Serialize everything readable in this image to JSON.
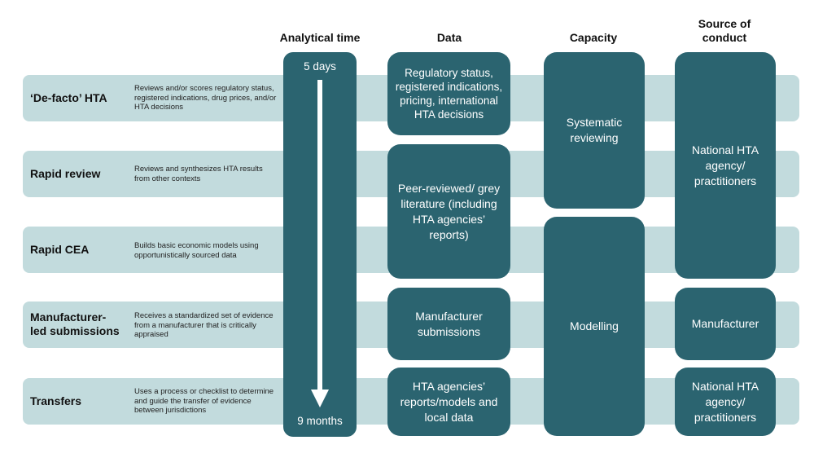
{
  "headers": {
    "time": "Analytical time",
    "data": "Data",
    "capacity": "Capacity",
    "source": "Source of conduct"
  },
  "rows": [
    {
      "title": "‘De-facto’ HTA",
      "desc": "Reviews and/or scores regulatory status, registered indications, drug prices, and/or HTA decisions"
    },
    {
      "title": "Rapid review",
      "desc": "Reviews and synthesizes HTA results from other contexts"
    },
    {
      "title": "Rapid CEA",
      "desc": "Builds basic economic models using opportunistically sourced data"
    },
    {
      "title": "Manufacturer-\nled submissions",
      "desc": "Receives a standardized set of evidence from a manufacturer that is critically appraised"
    },
    {
      "title": "Transfers",
      "desc": "Uses a process or checklist to determine and guide the transfer of evidence between jurisdictions"
    }
  ],
  "time": {
    "start": "5 days",
    "end": "9 months"
  },
  "data_boxes": [
    "Regulatory status, registered indications, pricing, international HTA decisions",
    "Peer-reviewed/ grey literature (including HTA agencies’ reports)",
    "Manufacturer submissions",
    "HTA agencies’ reports/models and local data"
  ],
  "capacity_boxes": [
    "Systematic reviewing",
    "Modelling"
  ],
  "source_boxes": [
    "National HTA agency/ practitioners",
    "Manufacturer",
    "National HTA agency/ practitioners"
  ],
  "colors": {
    "band": "#c2dbdd",
    "box": "#2b6470"
  }
}
